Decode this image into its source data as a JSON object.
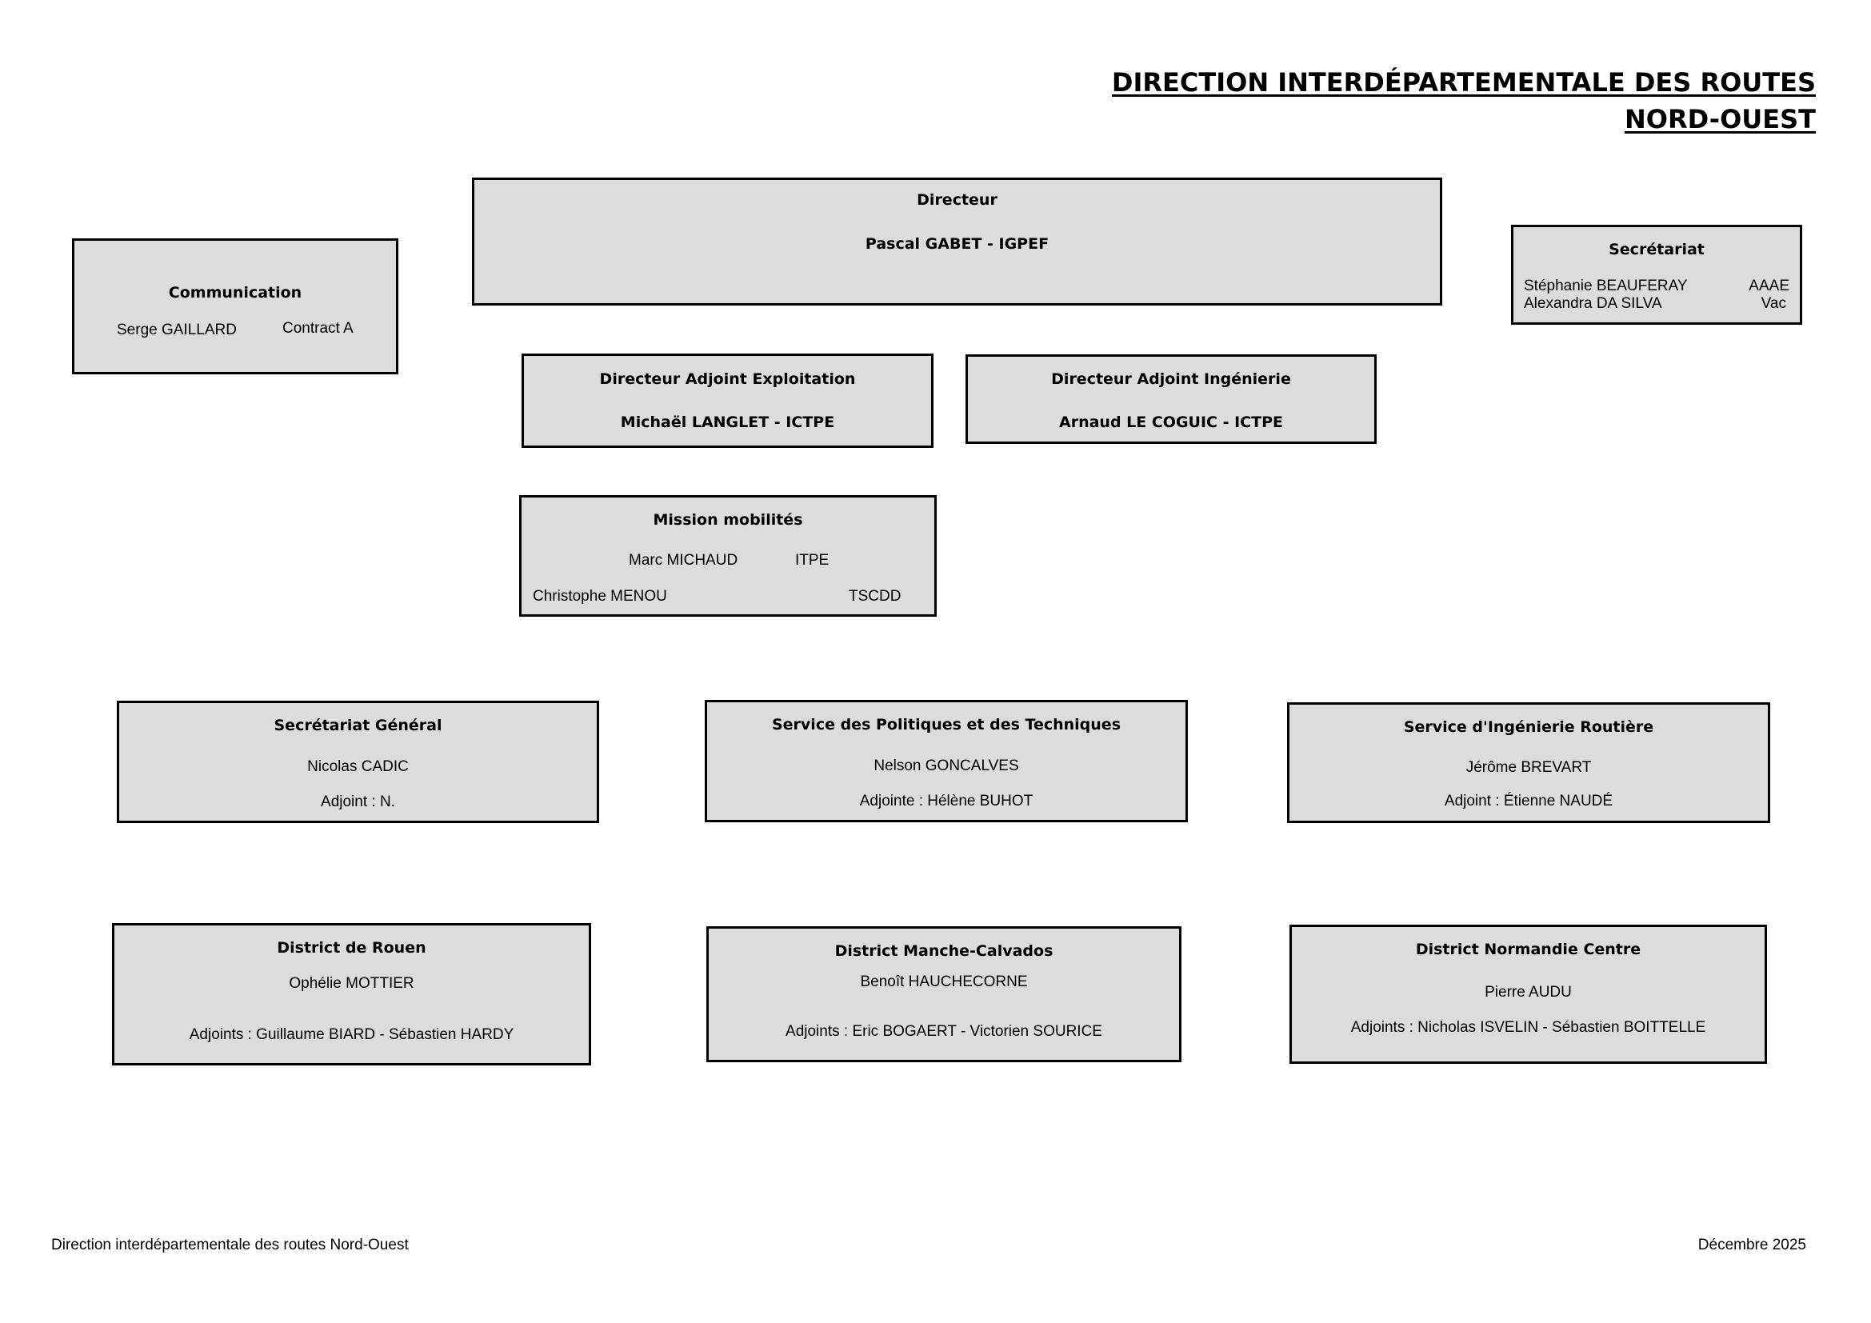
{
  "header": {
    "title_line1": "DIRECTION INTERDÉPARTEMENTALE DES ROUTES",
    "title_line2": "NORD-OUEST"
  },
  "directeur": {
    "title": "Directeur",
    "name": "Pascal GABET - IGPEF"
  },
  "communication": {
    "title": "Communication",
    "name": "Serge GAILLARD",
    "status": "Contract A"
  },
  "secretariat": {
    "title": "Secrétariat",
    "members": [
      {
        "name": "Stéphanie BEAUFERAY",
        "grade": "AAAE"
      },
      {
        "name": "Alexandra DA SILVA",
        "grade": "Vac"
      }
    ]
  },
  "adjoint_exploitation": {
    "title": "Directeur Adjoint Exploitation",
    "name": "Michaël LANGLET - ICTPE"
  },
  "adjoint_ingenierie": {
    "title": "Directeur Adjoint Ingénierie",
    "name": "Arnaud LE COGUIC - ICTPE"
  },
  "mission_mobilites": {
    "title": "Mission mobilités",
    "members": [
      {
        "name": "Marc MICHAUD",
        "grade": "ITPE"
      },
      {
        "name": "Christophe MENOU",
        "grade": "TSCDD"
      }
    ]
  },
  "services": [
    {
      "title": "Secrétariat Général",
      "head": "Nicolas CADIC",
      "deputy": "Adjoint : N."
    },
    {
      "title": "Service des Politiques et des Techniques",
      "head": "Nelson GONCALVES",
      "deputy": "Adjointe : Hélène BUHOT"
    },
    {
      "title": "Service d'Ingénierie Routière",
      "head": "Jérôme BREVART",
      "deputy": "Adjoint : Étienne NAUDÉ"
    }
  ],
  "districts": [
    {
      "title": "District de Rouen",
      "head": "Ophélie MOTTIER",
      "deputies": "Adjoints : Guillaume BIARD  -  Sébastien HARDY"
    },
    {
      "title": "District Manche-Calvados",
      "head": "Benoît HAUCHECORNE",
      "deputies": "Adjoints : Eric BOGAERT - Victorien SOURICE"
    },
    {
      "title": "District  Normandie Centre",
      "head": "Pierre AUDU",
      "deputies": "Adjoints : Nicholas ISVELIN    -    Sébastien BOITTELLE"
    }
  ],
  "footer": {
    "left": "Direction interdépartementale des routes Nord-Ouest",
    "right": "Décembre 2025"
  }
}
